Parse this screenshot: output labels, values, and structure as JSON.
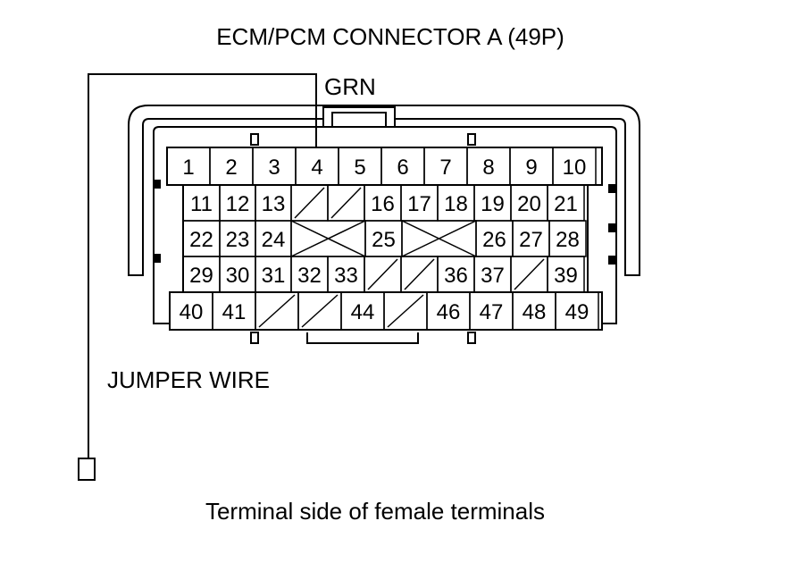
{
  "title": "ECM/PCM CONNECTOR A (49P)",
  "wire_color": "GRN",
  "jumper_label": "JUMPER WIRE",
  "caption": "Terminal side of female terminals",
  "rows": [
    [
      "1",
      "2",
      "3",
      "4",
      "5",
      "6",
      "7",
      "8",
      "9",
      "10"
    ],
    [
      "11",
      "12",
      "13",
      "",
      "",
      "16",
      "17",
      "18",
      "19",
      "20",
      "21"
    ],
    [
      "22",
      "23",
      "24",
      "",
      "25",
      "",
      "26",
      "27",
      "28"
    ],
    [
      "29",
      "30",
      "31",
      "32",
      "33",
      "",
      "",
      "36",
      "37",
      "",
      "39"
    ],
    [
      "40",
      "41",
      "",
      "",
      "44",
      "",
      "46",
      "47",
      "48",
      "49"
    ]
  ]
}
